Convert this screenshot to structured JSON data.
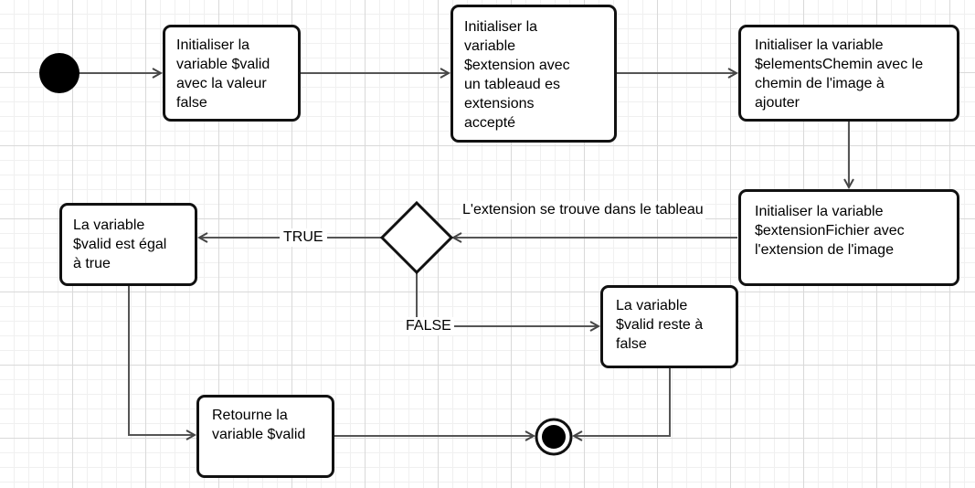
{
  "nodes": {
    "init_valid": "Initialiser la\nvariable $valid\navec la valeur\nfalse",
    "init_extension": "Initialiser la\nvariable\n$extension avec\nun tableaud es\nextensions\naccepté",
    "init_elements_chemin": "Initialiser la variable\n$elementsChemin avec le\nchemin de l'image à\najouter",
    "init_extension_fichier": "Initialiser la variable\n$extensionFichier avec\nl'extension de l'image",
    "valid_true": "La variable\n$valid est égal\nà true",
    "valid_false": "La variable\n$valid reste à\nfalse",
    "return_valid": "Retourne la\nvariable $valid"
  },
  "edge_labels": {
    "condition": "L'extension se trouve dans le tableau",
    "true_branch": "TRUE",
    "false_branch": "FALSE"
  }
}
